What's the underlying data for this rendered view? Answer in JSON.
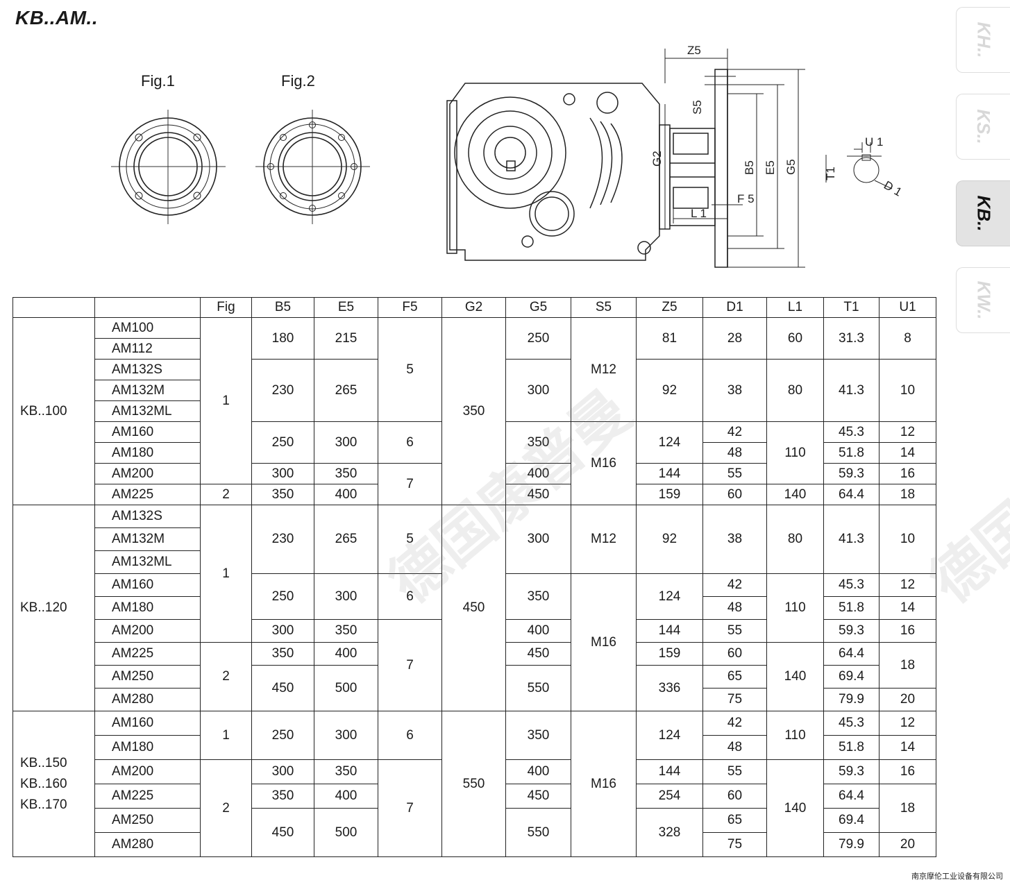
{
  "title": "KB..AM..",
  "figures": {
    "fig1": "Fig.1",
    "fig2": "Fig.2"
  },
  "drawing_labels": {
    "z5": "Z5",
    "s5": "S5",
    "g2": "G2",
    "b5": "B5",
    "e5": "E5",
    "g5": "G5",
    "f5": "F 5",
    "l1": "L 1",
    "u1": "U 1",
    "t1": "T1",
    "d1": "D 1"
  },
  "side_tabs": [
    {
      "label": "KH..",
      "active": false
    },
    {
      "label": "KS..",
      "active": false
    },
    {
      "label": "KB..",
      "active": true
    },
    {
      "label": "KW..",
      "active": false
    }
  ],
  "watermark": "德国康普曼",
  "footer": "南京摩伦工业设备有限公司",
  "table": {
    "headers": [
      "",
      "",
      "Fig",
      "B5",
      "E5",
      "F5",
      "G2",
      "G5",
      "S5",
      "Z5",
      "D1",
      "L1",
      "T1",
      "U1"
    ],
    "groups": [
      {
        "type": "KB..100",
        "motors": [
          "AM100",
          "AM112",
          "AM132S",
          "AM132M",
          "AM132ML",
          "AM160",
          "AM180",
          "AM200",
          "AM225"
        ],
        "fig": [
          "1",
          "2"
        ],
        "b5": [
          "180",
          "230",
          "250",
          "300",
          "350"
        ],
        "e5": [
          "215",
          "265",
          "300",
          "350",
          "400"
        ],
        "f5": [
          "5",
          "6",
          "7"
        ],
        "g2": "350",
        "g5": [
          "250",
          "300",
          "350",
          "400",
          "450"
        ],
        "s5": [
          "M12",
          "M16"
        ],
        "z5": [
          "81",
          "92",
          "124",
          "144",
          "159"
        ],
        "d1": [
          "28",
          "38",
          "42",
          "48",
          "55",
          "60"
        ],
        "l1": [
          "60",
          "80",
          "110",
          "140"
        ],
        "t1": [
          "31.3",
          "41.3",
          "45.3",
          "51.8",
          "59.3",
          "64.4"
        ],
        "u1": [
          "8",
          "10",
          "12",
          "14",
          "16",
          "18"
        ]
      },
      {
        "type": "KB..120",
        "motors": [
          "AM132S",
          "AM132M",
          "AM132ML",
          "AM160",
          "AM180",
          "AM200",
          "AM225",
          "AM250",
          "AM280"
        ],
        "fig": [
          "1",
          "2"
        ],
        "b5": [
          "230",
          "250",
          "300",
          "350",
          "450"
        ],
        "e5": [
          "265",
          "300",
          "350",
          "400",
          "500"
        ],
        "f5": [
          "5",
          "6",
          "7"
        ],
        "g2": "450",
        "g5": [
          "300",
          "350",
          "400",
          "450",
          "550"
        ],
        "s5": [
          "M12",
          "M16"
        ],
        "z5": [
          "92",
          "124",
          "144",
          "159",
          "336"
        ],
        "d1": [
          "38",
          "42",
          "48",
          "55",
          "60",
          "65",
          "75"
        ],
        "l1": [
          "80",
          "110",
          "140"
        ],
        "t1": [
          "41.3",
          "45.3",
          "51.8",
          "59.3",
          "64.4",
          "69.4",
          "79.9"
        ],
        "u1": [
          "10",
          "12",
          "14",
          "16",
          "18",
          "20"
        ]
      },
      {
        "type": [
          "KB..150",
          "KB..160",
          "KB..170"
        ],
        "motors": [
          "AM160",
          "AM180",
          "AM200",
          "AM225",
          "AM250",
          "AM280"
        ],
        "fig": [
          "1",
          "2"
        ],
        "b5": [
          "250",
          "300",
          "350",
          "450"
        ],
        "e5": [
          "300",
          "350",
          "400",
          "500"
        ],
        "f5": [
          "6",
          "7"
        ],
        "g2": "550",
        "g5": [
          "350",
          "400",
          "450",
          "550"
        ],
        "s5": "M16",
        "z5": [
          "124",
          "144",
          "254",
          "328"
        ],
        "d1": [
          "42",
          "48",
          "55",
          "60",
          "65",
          "75"
        ],
        "l1": [
          "110",
          "140"
        ],
        "t1": [
          "45.3",
          "51.8",
          "59.3",
          "64.4",
          "69.4",
          "79.9"
        ],
        "u1": [
          "12",
          "14",
          "16",
          "18",
          "20"
        ]
      }
    ]
  }
}
